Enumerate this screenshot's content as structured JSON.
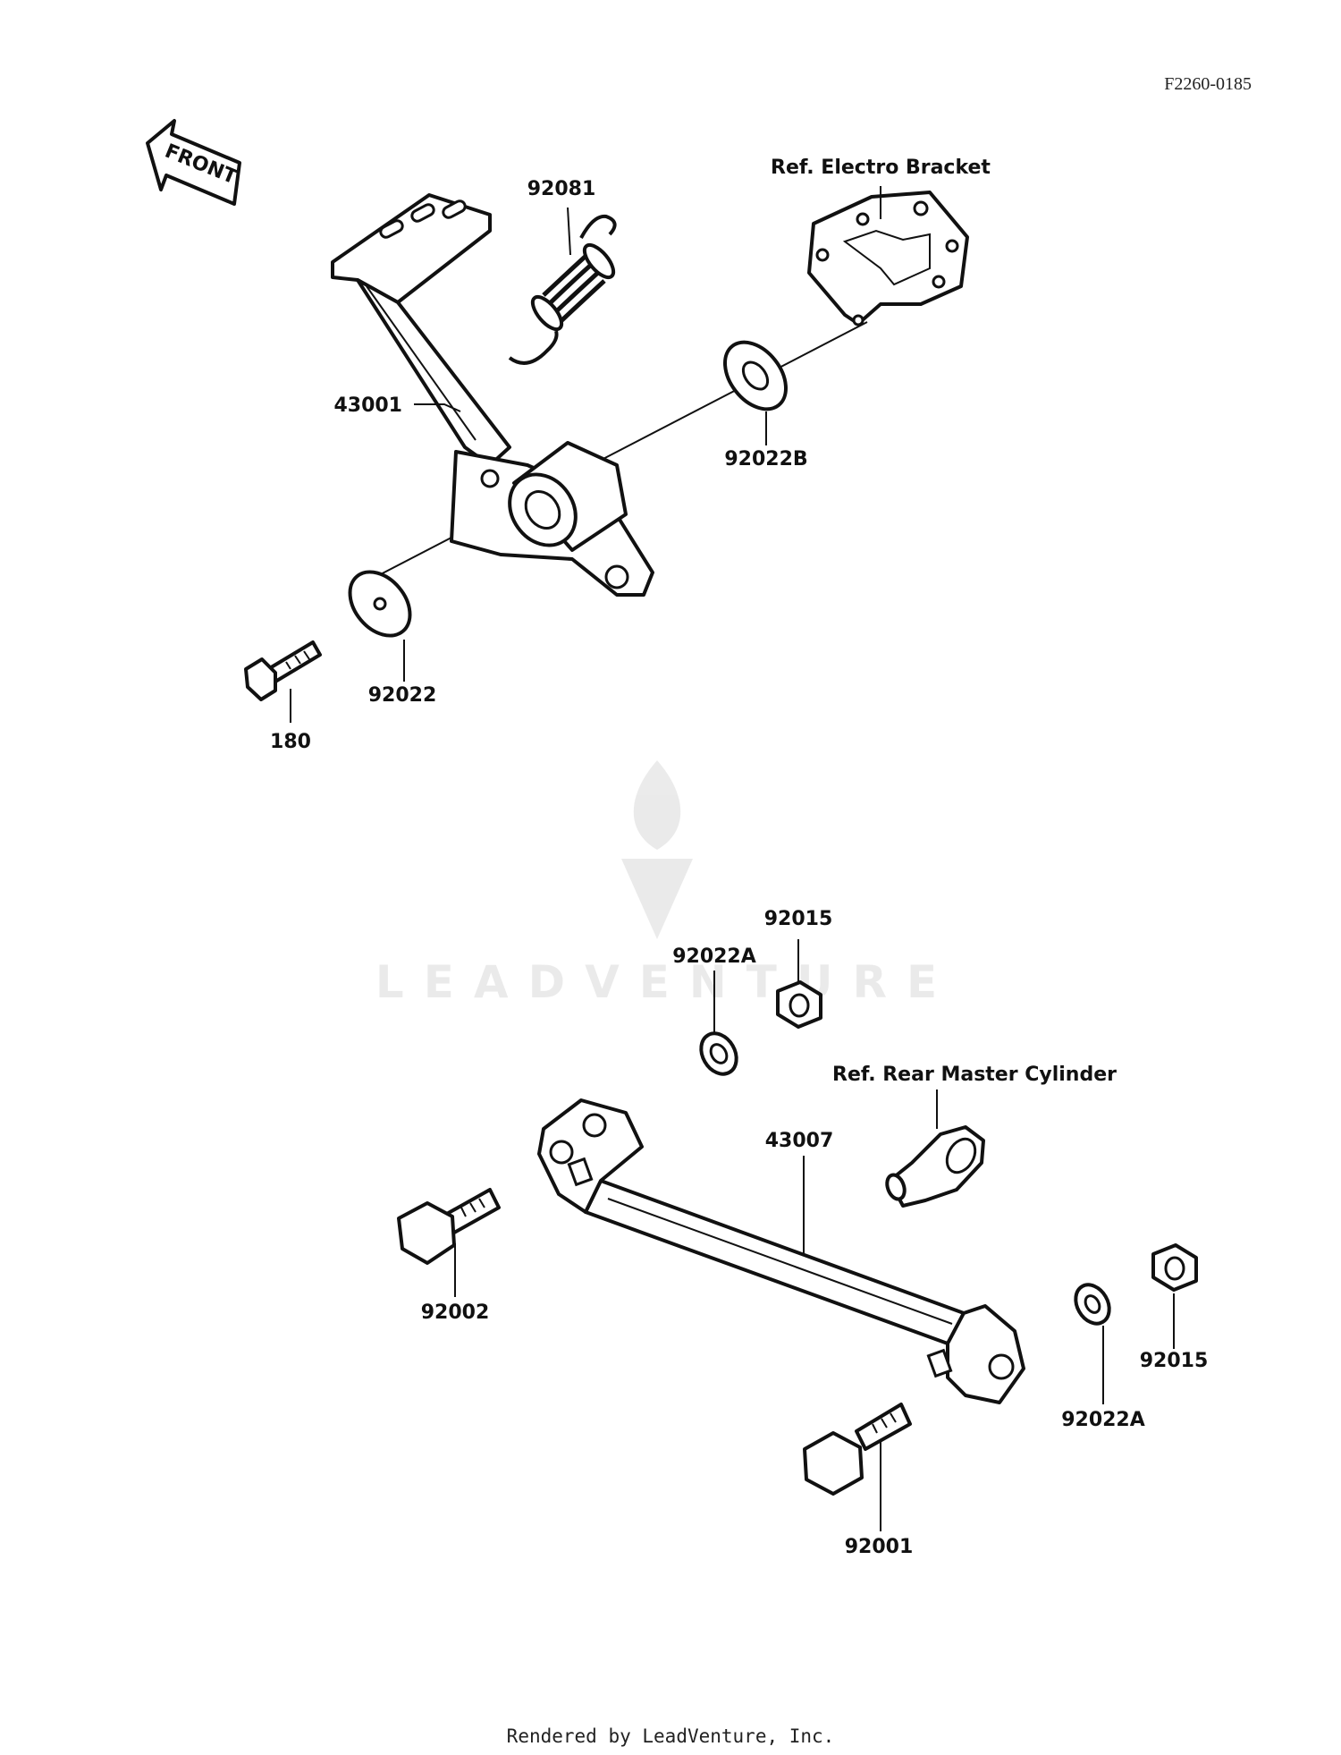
{
  "figure_code": "F2260-0185",
  "front_arrow": "FRONT",
  "parts": {
    "p43001": "43001",
    "p92081": "92081",
    "p92022B": "92022B",
    "p92022": "92022",
    "p180": "180",
    "p92015_top": "92015",
    "p92022A_top": "92022A",
    "p43007": "43007",
    "p92002": "92002",
    "p92022A_bottom": "92022A",
    "p92015_bottom": "92015",
    "p92001": "92001"
  },
  "refs": {
    "electro_bracket": "Ref. Electro Bracket",
    "rear_master_cylinder": "Ref. Rear Master Cylinder"
  },
  "watermark": "LEADVENTURE",
  "footer": "Rendered by LeadVenture, Inc."
}
